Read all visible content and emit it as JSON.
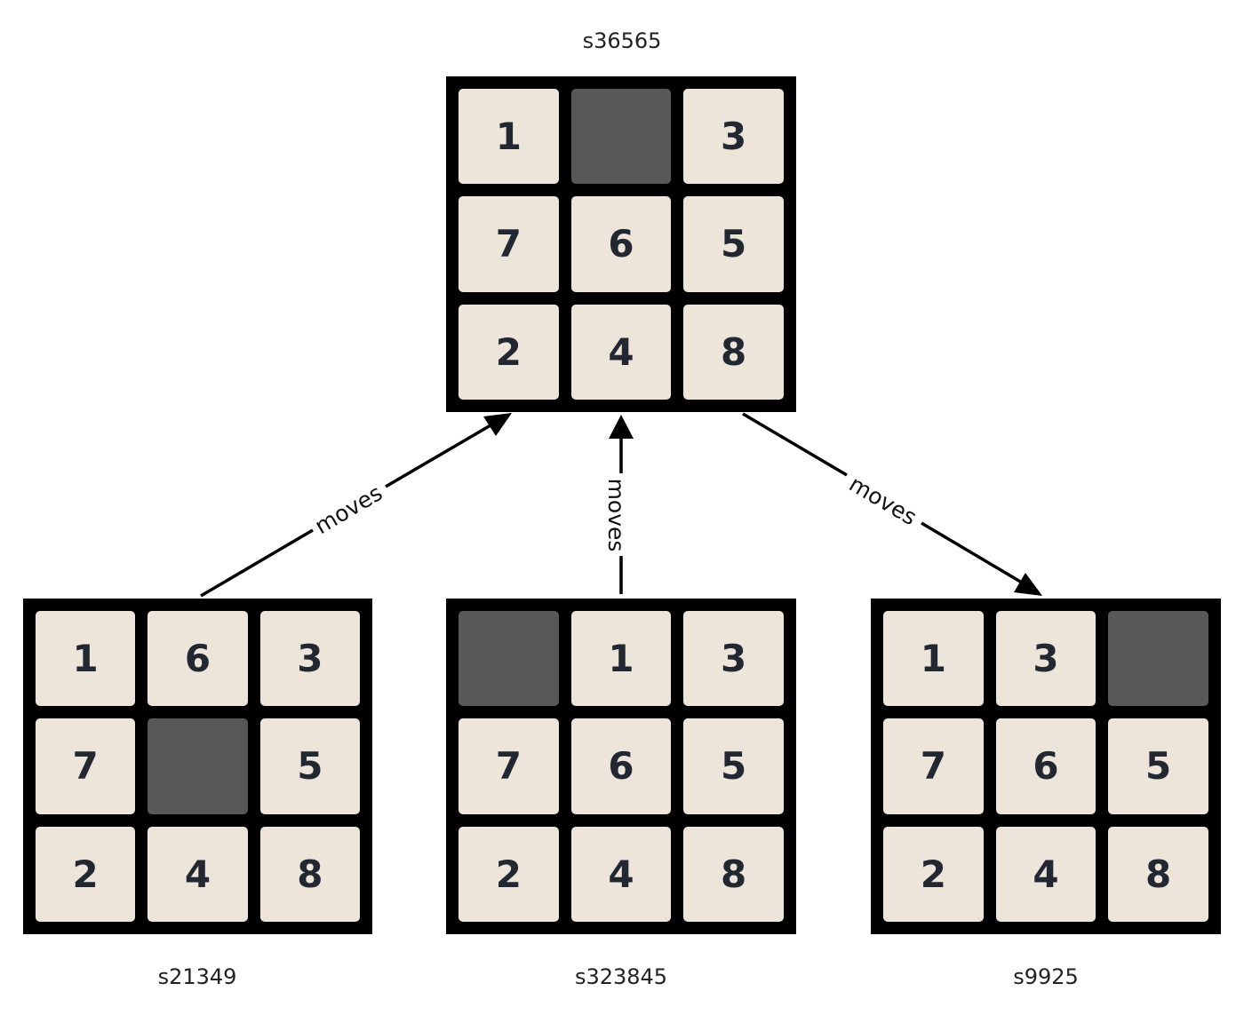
{
  "states": {
    "top": {
      "label": "s36565",
      "tiles": [
        "1",
        "",
        "3",
        "7",
        "6",
        "5",
        "2",
        "4",
        "8"
      ]
    },
    "left": {
      "label": "s21349",
      "tiles": [
        "1",
        "6",
        "3",
        "7",
        "",
        "5",
        "2",
        "4",
        "8"
      ]
    },
    "middle": {
      "label": "s323845",
      "tiles": [
        "",
        "1",
        "3",
        "7",
        "6",
        "5",
        "2",
        "4",
        "8"
      ]
    },
    "right": {
      "label": "s9925",
      "tiles": [
        "1",
        "3",
        "",
        "7",
        "6",
        "5",
        "2",
        "4",
        "8"
      ]
    }
  },
  "edges": [
    {
      "from": "left",
      "to": "top",
      "label": "moves"
    },
    {
      "from": "middle",
      "to": "top",
      "label": "moves"
    },
    {
      "from": "top",
      "to": "right",
      "label": "moves"
    }
  ],
  "colors": {
    "board_frame": "#000000",
    "tile": "#ede4da",
    "blank_tile": "#585858",
    "digit": "#222831",
    "edge": "#000000"
  }
}
